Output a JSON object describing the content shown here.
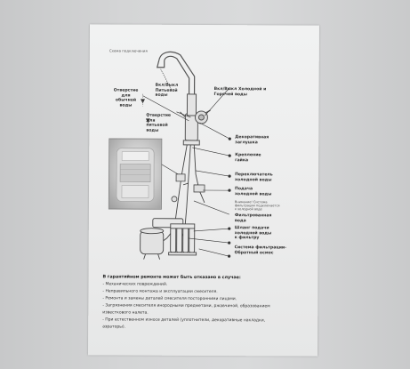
{
  "sheet": {
    "scheme_caption": "Схема подключения",
    "labels": {
      "cold_opening": [
        "Отверстие",
        "для",
        "обычной",
        "воды"
      ],
      "drinking_top": [
        "Вкл/Выкл",
        "Питьевой",
        "воды"
      ],
      "drinking_opening": [
        "Отверстие",
        "для",
        "питьевой",
        "воды"
      ],
      "hot_cold_switch": [
        "Вкл/Выкл Холодной и",
        "Горячей воды"
      ],
      "decor_cap": [
        "Декоративная",
        "заглушка"
      ],
      "nut_mount": [
        "Крепление",
        "гайка"
      ],
      "cold_switch": [
        "Переключатель",
        "холодной воды"
      ],
      "cold_supply": [
        "Подача",
        "холодной воды"
      ],
      "attention": [
        "Внимание! Система",
        "фильтрации подключается",
        "к холодной воде"
      ],
      "filtered_water": [
        "Фильтрованная",
        "вода"
      ],
      "hose": [
        "Шланг подачи",
        "холодной воды",
        "к фильтру"
      ],
      "filter_system": [
        "Система фильтрации-",
        "Обратный осмос"
      ]
    },
    "warranty": {
      "heading": "В гарантийном ремонте может быть отказано в случае:",
      "items": [
        "- Механических повреждений.",
        "- Неправильного монтажа и эксплуатации смесителя.",
        "- Ремонта и замены деталей смесителя посторонними лицами.",
        "- Загрязнения смесителя инородными предметами, ржавчиной, образованием",
        "известкового налета.",
        "- При естественном износе деталей (уплотнители, декоративные накладки,",
        "аэраторы)."
      ]
    }
  }
}
